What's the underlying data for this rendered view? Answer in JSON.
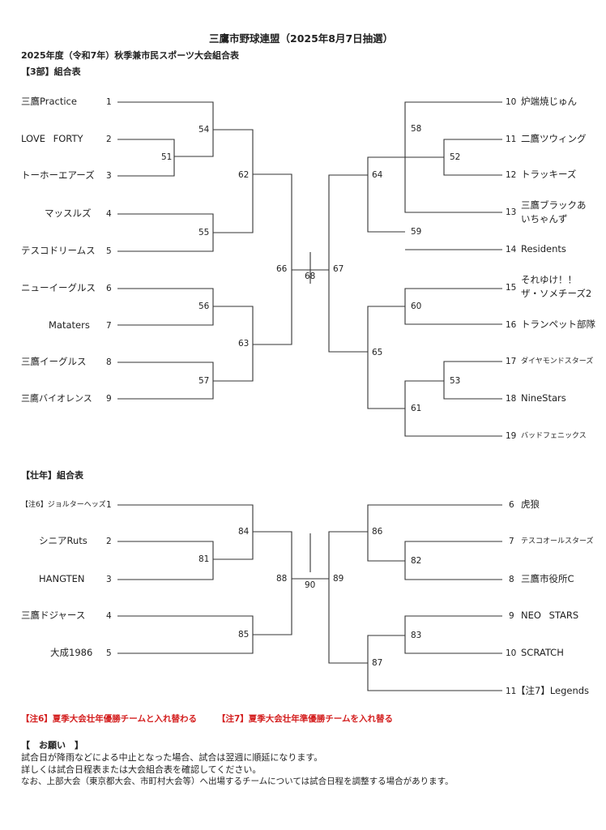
{
  "header": {
    "title": "三鷹市野球連盟（2025年8月7日抽選）",
    "subtitle": "2025年度（令和7年）秋季兼市民スポーツ大会組合表"
  },
  "div3": {
    "heading": "【3部】組合表",
    "left_teams": [
      {
        "name": "三鷹Practice",
        "num": "1"
      },
      {
        "name": "LOVE FORTY",
        "num": "2"
      },
      {
        "name": "トーホーエアーズ",
        "num": "3"
      },
      {
        "name": "マッスルズ",
        "num": "4"
      },
      {
        "name": "テスコドリームス",
        "num": "5"
      },
      {
        "name": "ニューイーグルス",
        "num": "6"
      },
      {
        "name": "Mataters",
        "num": "7"
      },
      {
        "name": "三鷹イーグルス",
        "num": "8"
      },
      {
        "name": "三鷹バイオレンス",
        "num": "9"
      }
    ],
    "right_teams": [
      {
        "num": "10",
        "name": "炉端焼じゅん"
      },
      {
        "num": "11",
        "name": "二鷹ツウィング"
      },
      {
        "num": "12",
        "name": "トラッキーズ"
      },
      {
        "num": "13",
        "name": "三鷹ブラックあ",
        "name2": "いちゃんず"
      },
      {
        "num": "14",
        "name": "Residents"
      },
      {
        "num": "15",
        "name": "それゆけ！！",
        "name2": "ザ・ソメチーズ2"
      },
      {
        "num": "16",
        "name": "トランペット部隊"
      },
      {
        "num": "17",
        "name": "ダイヤモンドスターズ"
      },
      {
        "num": "18",
        "name": "NineStars"
      },
      {
        "num": "19",
        "name": "バッドフェニックス"
      }
    ],
    "games": [
      "51",
      "54",
      "55",
      "56",
      "57",
      "62",
      "63",
      "66",
      "68",
      "67",
      "64",
      "65",
      "58",
      "52",
      "59",
      "60",
      "53",
      "61"
    ]
  },
  "senior": {
    "heading": "【壮年】組合表",
    "left_teams": [
      {
        "name": "【注6】ジョルターヘッズ",
        "num": "1"
      },
      {
        "name": "シニアRuts",
        "num": "2"
      },
      {
        "name": "HANGTEN",
        "num": "3"
      },
      {
        "name": "三鷹ドジャース",
        "num": "4"
      },
      {
        "name": "大成1986",
        "num": "5"
      }
    ],
    "right_teams": [
      {
        "num": "6",
        "name": "虎狼"
      },
      {
        "num": "7",
        "name": "テスコオールスターズ"
      },
      {
        "num": "8",
        "name": "三鷹市役所C"
      },
      {
        "num": "9",
        "name": "NEO STARS"
      },
      {
        "num": "10",
        "name": "SCRATCH"
      },
      {
        "num": "11",
        "name": "【注7】Legends"
      }
    ],
    "games": [
      "84",
      "81",
      "85",
      "88",
      "90",
      "89",
      "86",
      "82",
      "83",
      "87"
    ]
  },
  "notes": {
    "red1": "【注6】夏季大会壮年優勝チームと入れ替わる",
    "red2": "【注7】夏季大会壮年準優勝チームを入れ替る",
    "request_heading": "【　お願い　】",
    "line1": "試合日が降雨などによる中止となった場合、試合は翌週に順延になります。",
    "line2": "詳しくは試合日程表または大会組合表を確認してください。",
    "line3": "なお、上部大会（東京都大会、市町村大会等）へ出場するチームについては試合日程を調整する場合があります。"
  }
}
